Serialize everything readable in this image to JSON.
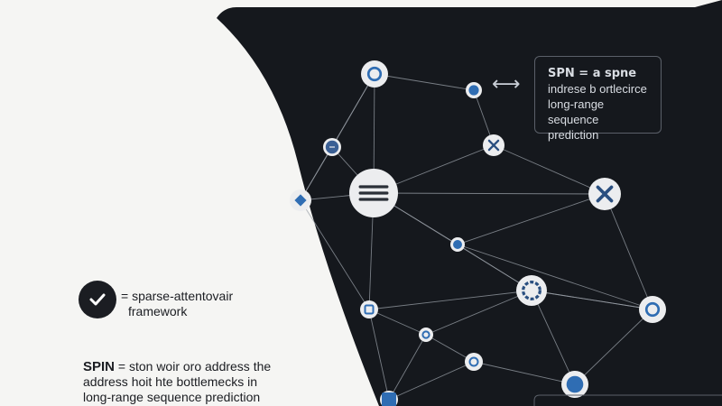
{
  "diagram": {
    "colors": {
      "background_light": "#f5f5f3",
      "background_dark": "#15181d",
      "edge": "#9aa0a8",
      "node_fill": "#ecedef",
      "accent_blue": "#2f6db3"
    },
    "nodes": [
      {
        "id": "n1",
        "icon": "ring-icon"
      },
      {
        "id": "n2",
        "icon": "blue-dot-icon"
      },
      {
        "id": "n3",
        "icon": "ring-dot-icon"
      },
      {
        "id": "n4",
        "icon": "close-icon"
      },
      {
        "id": "n5",
        "icon": "diamond-icon"
      },
      {
        "id": "n6",
        "icon": "menu-icon"
      },
      {
        "id": "n7",
        "icon": "close-icon"
      },
      {
        "id": "n8",
        "icon": "blue-dot-icon"
      },
      {
        "id": "n9",
        "icon": "gear-icon"
      },
      {
        "id": "n10",
        "icon": "square-icon"
      },
      {
        "id": "n11",
        "icon": "ring-icon"
      },
      {
        "id": "n12",
        "icon": "ring-icon"
      },
      {
        "id": "n13",
        "icon": "ring-icon"
      },
      {
        "id": "n14",
        "icon": "filled-circle-icon"
      },
      {
        "id": "n15",
        "icon": "square-icon"
      }
    ],
    "edges": [
      [
        "n1",
        "n6"
      ],
      [
        "n1",
        "n2"
      ],
      [
        "n1",
        "n3"
      ],
      [
        "n1",
        "n5"
      ],
      [
        "n2",
        "n4"
      ],
      [
        "n3",
        "n6"
      ],
      [
        "n3",
        "n5"
      ],
      [
        "n4",
        "n6"
      ],
      [
        "n4",
        "n7"
      ],
      [
        "n5",
        "n6"
      ],
      [
        "n5",
        "n10"
      ],
      [
        "n6",
        "n7"
      ],
      [
        "n6",
        "n8"
      ],
      [
        "n6",
        "n9"
      ],
      [
        "n6",
        "n10"
      ],
      [
        "n7",
        "n8"
      ],
      [
        "n7",
        "n11"
      ],
      [
        "n8",
        "n9"
      ],
      [
        "n8",
        "n11"
      ],
      [
        "n9",
        "n10"
      ],
      [
        "n9",
        "n11"
      ],
      [
        "n9",
        "n12"
      ],
      [
        "n9",
        "n14"
      ],
      [
        "n10",
        "n12"
      ],
      [
        "n10",
        "n15"
      ],
      [
        "n11",
        "n14"
      ],
      [
        "n12",
        "n13"
      ],
      [
        "n13",
        "n14"
      ],
      [
        "n12",
        "n15"
      ],
      [
        "n13",
        "n15"
      ],
      [
        "n11",
        "n9"
      ]
    ]
  },
  "top_card": {
    "arrow_glyph": "⟷",
    "line1": "SPN = a spne",
    "line2": "indrese b ortlecirce",
    "line3": "long-range sequence",
    "line4": "prediction"
  },
  "left_note": {
    "text_line1": "= sparse-attentovair",
    "text_line2": "framework"
  },
  "bottom_text": {
    "lead": "SPIN",
    "line1_rest": " = ston woir oro address the",
    "line2": "address hoit hte bottlemecks in",
    "line3": "long-range sequence prediction"
  }
}
